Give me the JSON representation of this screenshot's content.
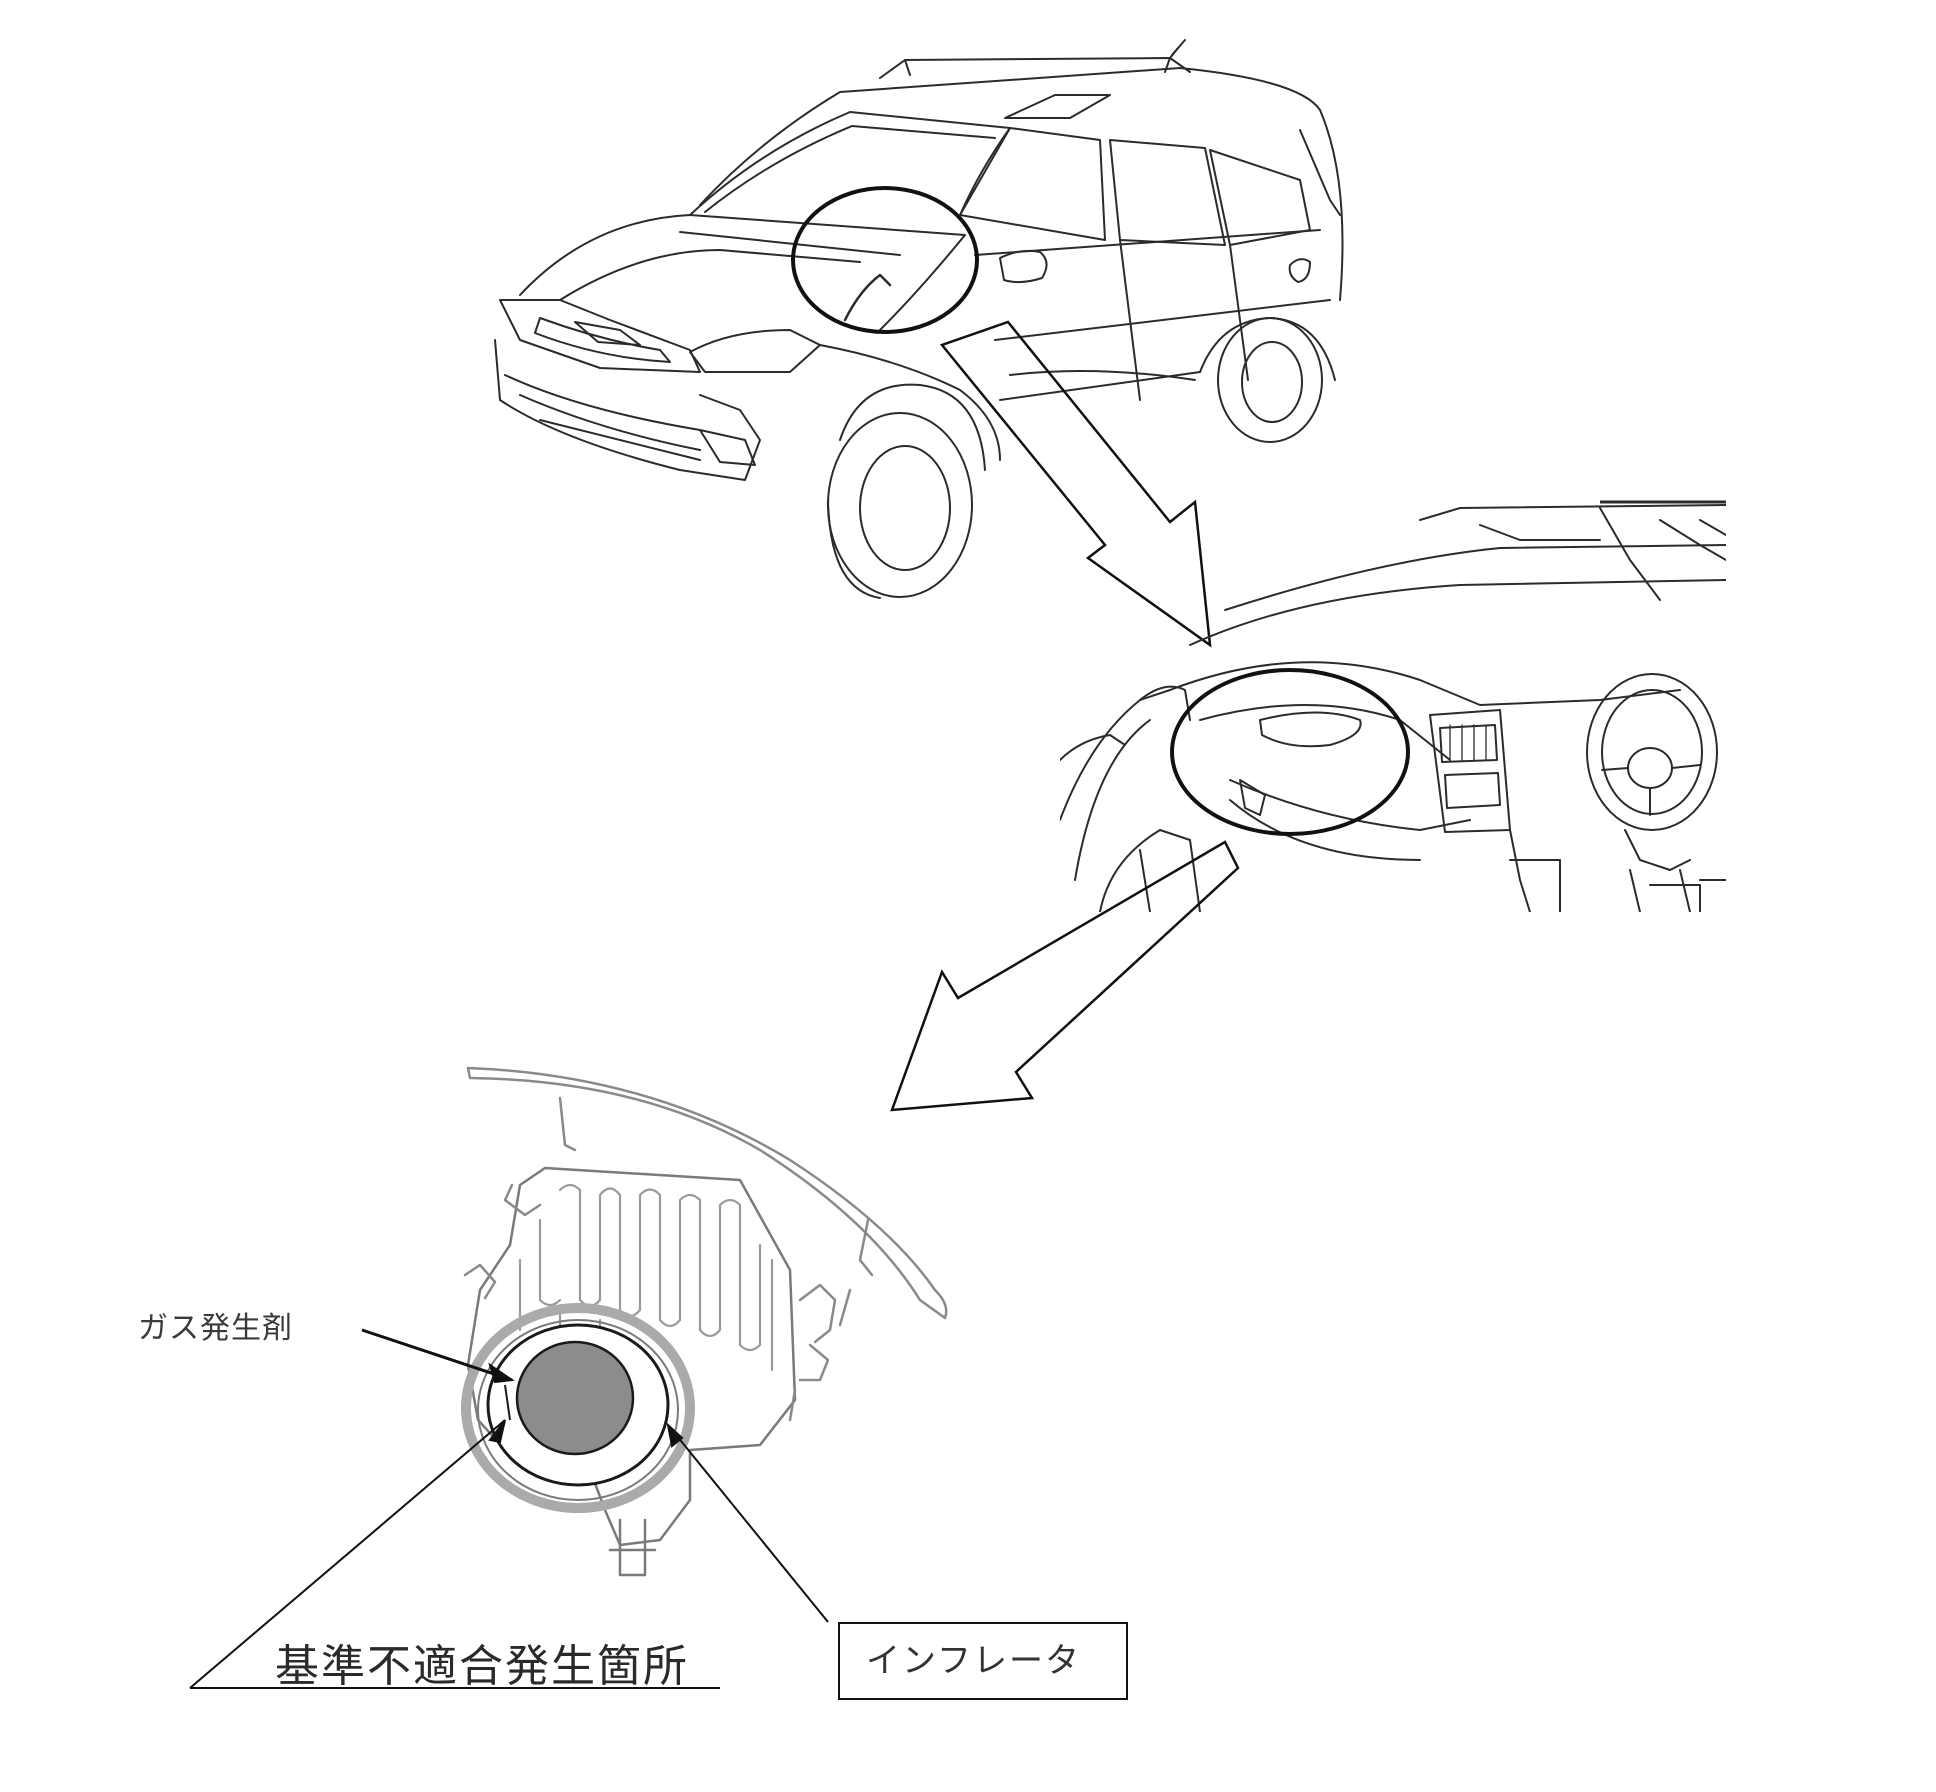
{
  "labels": {
    "gas_generant": "ガス発生剤",
    "defect_location": "基準不適合発生箇所",
    "inflator": "インフレータ"
  },
  "colors": {
    "line": "#2b2b2b",
    "light_line": "#8a8a8a",
    "propellant_fill": "#8c8c8c"
  },
  "icons": [
    "car-illustration",
    "dashboard-illustration",
    "airbag-module-illustration",
    "callout-arrow-icon"
  ]
}
